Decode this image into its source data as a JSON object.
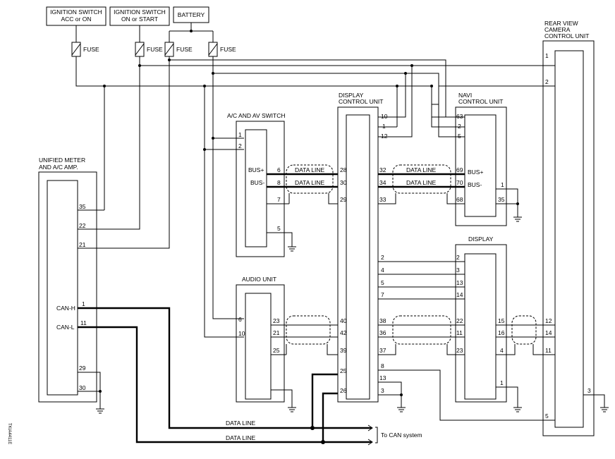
{
  "supplies": {
    "ign_acc": {
      "line1": "IGNITION SWITCH",
      "line2": "ACC or ON"
    },
    "ign_start": {
      "line1": "IGNITION SWITCH",
      "line2": "ON or START"
    },
    "battery": "BATTERY",
    "fuse": "FUSE"
  },
  "units": {
    "meter": {
      "line1": "UNIFIED METER",
      "line2": "AND A/C AMP."
    },
    "ac_switch": {
      "line1": "A/C AND AV SWITCH"
    },
    "audio": {
      "line1": "AUDIO UNIT"
    },
    "display_ctrl": {
      "line1": "DISPLAY",
      "line2": "CONTROL UNIT"
    },
    "navi": {
      "line1": "NAVI",
      "line2": "CONTROL UNIT"
    },
    "display": {
      "line1": "DISPLAY"
    },
    "camera": {
      "line1": "REAR VIEW",
      "line2": "CAMERA",
      "line3": "CONTROL UNIT"
    }
  },
  "terminals": {
    "meter": [
      "35",
      "22",
      "21",
      "1",
      "11",
      "29",
      "30"
    ],
    "ac_switch": [
      "1",
      "2",
      "6",
      "8",
      "7",
      "5"
    ],
    "audio": [
      "6",
      "10",
      "23",
      "21",
      "25"
    ],
    "dcu_left": [
      "10",
      "1",
      "12",
      "28",
      "30",
      "29",
      "40",
      "42",
      "39",
      "25",
      "13",
      "26",
      "3"
    ],
    "dcu_right": [
      "32",
      "34",
      "33",
      "2",
      "4",
      "5",
      "7",
      "38",
      "36",
      "37",
      "8"
    ],
    "navi": [
      "63",
      "2",
      "5",
      "69",
      "70",
      "68",
      "1",
      "35"
    ],
    "display": [
      "2",
      "3",
      "13",
      "14",
      "22",
      "11",
      "23",
      "15",
      "16",
      "4",
      "1"
    ],
    "camera": [
      "1",
      "2",
      "12",
      "14",
      "11",
      "5",
      "3"
    ]
  },
  "labels": {
    "can_h": "CAN-H",
    "can_l": "CAN-L",
    "bus_plus": "BUS+",
    "bus_minus": "BUS-",
    "data_line": "DATA LINE",
    "to_can": "To CAN system",
    "figure_id": "TKIA4411E"
  }
}
